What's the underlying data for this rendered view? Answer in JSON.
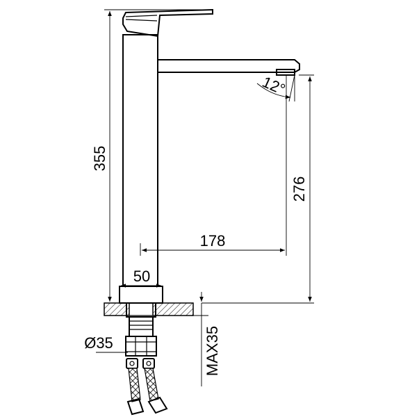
{
  "dimensions": {
    "overall_height": "355",
    "spout_height": "276",
    "spout_reach": "178",
    "base_width": "50",
    "spout_angle": "12°",
    "shank_diameter": "Ø35",
    "max_deck_thickness": "MAX35"
  },
  "colors": {
    "line": "#000000",
    "background": "#ffffff"
  }
}
